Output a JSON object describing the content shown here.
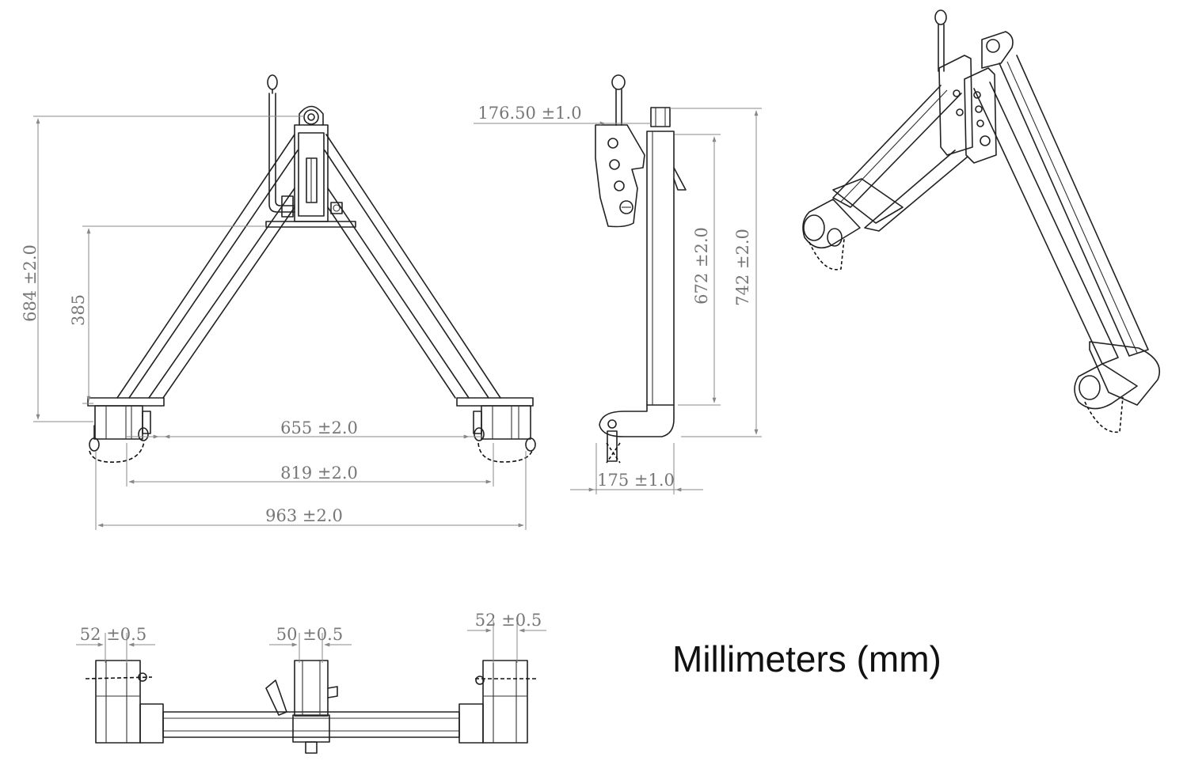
{
  "units_label": "Millimeters (mm)",
  "front_view": {
    "overall_height": "684 ±2.0",
    "cross_bar_height": "385",
    "pin_inner_span": "655 ±2.0",
    "pin_span": "819 ±2.0",
    "overall_width": "963 ±2.0"
  },
  "side_view": {
    "top_offset": "176.50 ±1.0",
    "post_height": "672 ±2.0",
    "total_height": "742 ±2.0",
    "foot_depth": "175 ±1.0"
  },
  "top_view": {
    "left_pin_width": "52 ±0.5",
    "center_width": "50 ±0.5",
    "right_pin_width": "52 ±0.5"
  }
}
